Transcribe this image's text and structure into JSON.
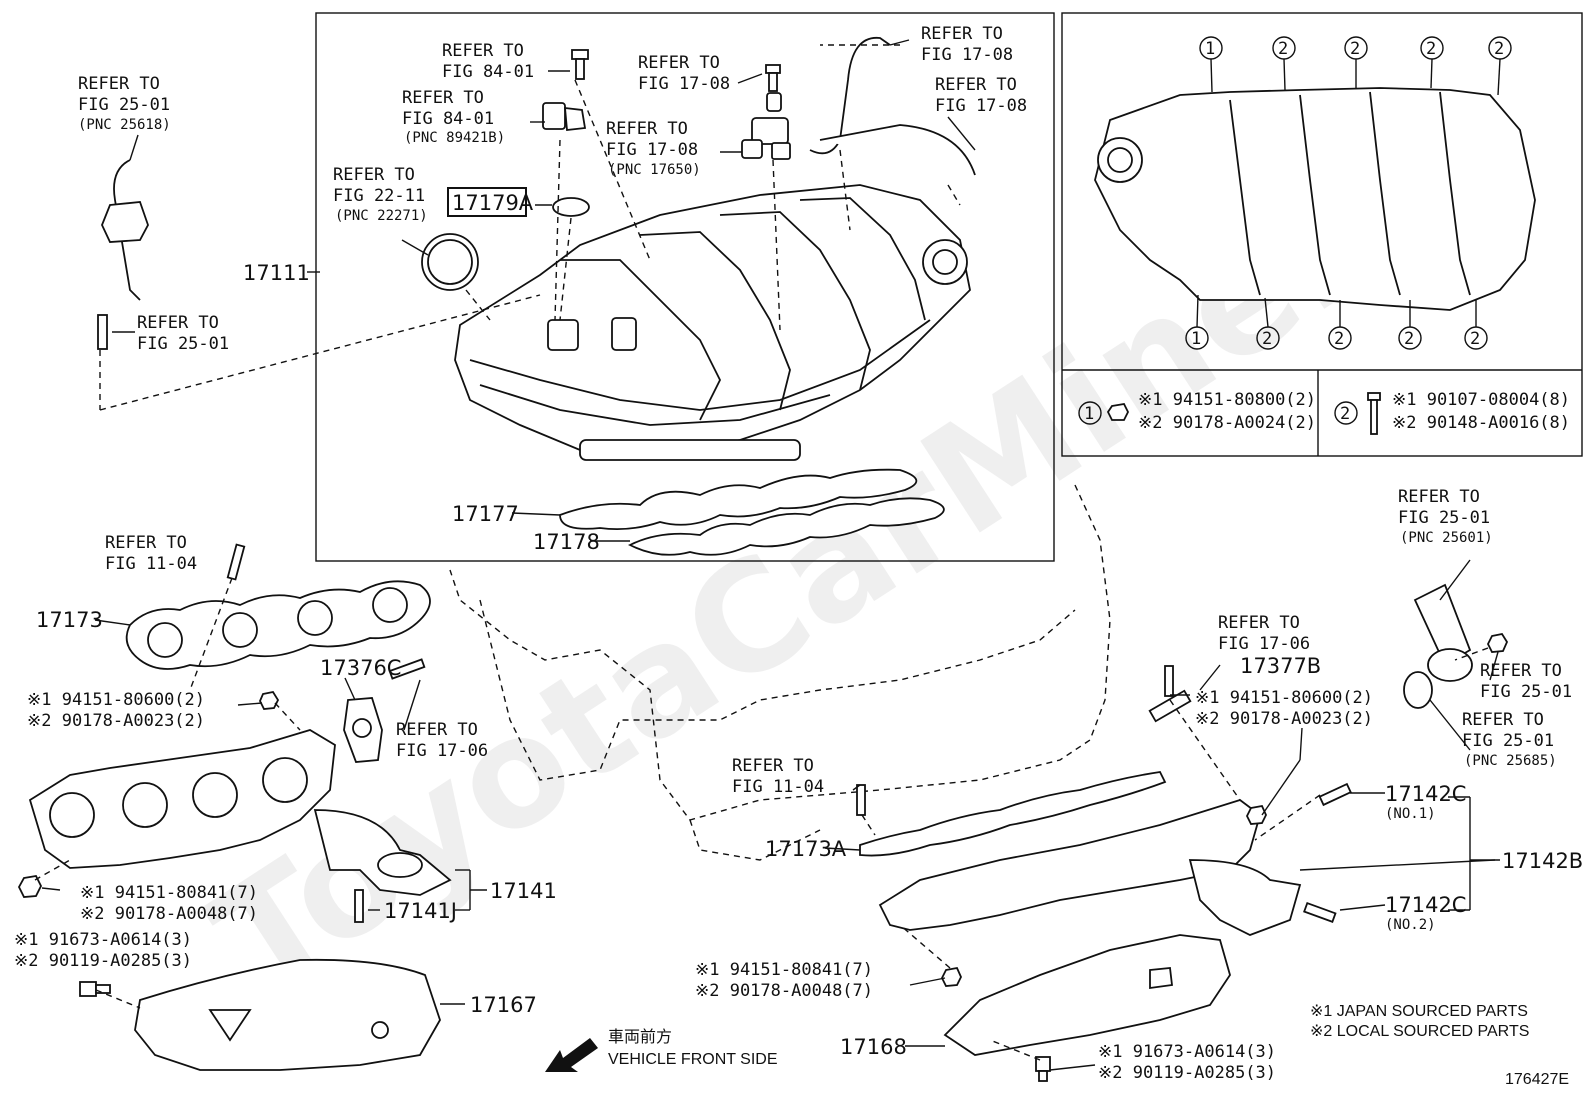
{
  "watermark": "ToyotaCarMine.ru",
  "figure_code": "176427E",
  "parts": {
    "p17111": "17111",
    "p17179A": "17179A",
    "p17177": "17177",
    "p17178": "17178",
    "p17173": "17173",
    "p17376C": "17376C",
    "p17141": "17141",
    "p17141J": "17141J",
    "p17167": "17167",
    "p17173A": "17173A",
    "p17377B": "17377B",
    "p17142C_1": "17142C",
    "p17142C_1_sub": "(NO.1)",
    "p17142C_2": "17142C",
    "p17142C_2_sub": "(NO.2)",
    "p17142B": "17142B",
    "p17168": "17168"
  },
  "refs": {
    "r1a": "REFER TO",
    "r1b": "FIG 25-01",
    "r1c": "(PNC 25618)",
    "r2a": "REFER TO",
    "r2b": "FIG 25-01",
    "r3a": "REFER TO",
    "r3b": "FIG 84-01",
    "r4a": "REFER TO",
    "r4b": "FIG 84-01",
    "r4c": "(PNC 89421B)",
    "r5a": "REFER TO",
    "r5b": "FIG 22-11",
    "r5c": "(PNC 22271)",
    "r6a": "REFER TO",
    "r6b": "FIG 17-08",
    "r7a": "REFER TO",
    "r7b": "FIG 17-08",
    "r7c": "(PNC 17650)",
    "r8a": "REFER TO",
    "r8b": "FIG 17-08",
    "r9a": "REFER TO",
    "r9b": "FIG 17-08",
    "r10a": "REFER TO",
    "r10b": "FIG 11-04",
    "r11a": "REFER TO",
    "r11b": "FIG 17-06",
    "r12a": "REFER TO",
    "r12b": "FIG 11-04",
    "r13a": "REFER TO",
    "r13b": "FIG 17-06",
    "r14a": "REFER TO",
    "r14b": "FIG 25-01",
    "r14c": "(PNC 25601)",
    "r15a": "REFER TO",
    "r15b": "FIG 25-01",
    "r16a": "REFER TO",
    "r16b": "FIG 25-01",
    "r16c": "(PNC 25685)"
  },
  "callouts": {
    "c1": "1",
    "c2": "2"
  },
  "fasteners": {
    "legend1a": "※1 94151-80800(2)",
    "legend1b": "※2 90178-A0024(2)",
    "legend2a": "※1 90107-08004(8)",
    "legend2b": "※2 90148-A0016(8)",
    "l_nut1a": "※1  94151-80600(2)",
    "l_nut1b": "※2  90178-A0023(2)",
    "l_nut2a": "※1  94151-80841(7)",
    "l_nut2b": "※2  90178-A0048(7)",
    "l_bolt1a": "※1 91673-A0614(3)",
    "l_bolt1b": "※2 90119-A0285(3)",
    "r_nut1a": "※1  94151-80600(2)",
    "r_nut1b": "※2  90178-A0023(2)",
    "r_nut2a": "※1  94151-80841(7)",
    "r_nut2b": "※2  90178-A0048(7)",
    "r_bolt1a": "※1 91673-A0614(3)",
    "r_bolt1b": "※2 90119-A0285(3)"
  },
  "notes": {
    "front_jp": "車両前方",
    "front_en": "VEHICLE FRONT SIDE",
    "src1": "※1 JAPAN SOURCED PARTS",
    "src2": "※2 LOCAL SOURCED PARTS"
  }
}
